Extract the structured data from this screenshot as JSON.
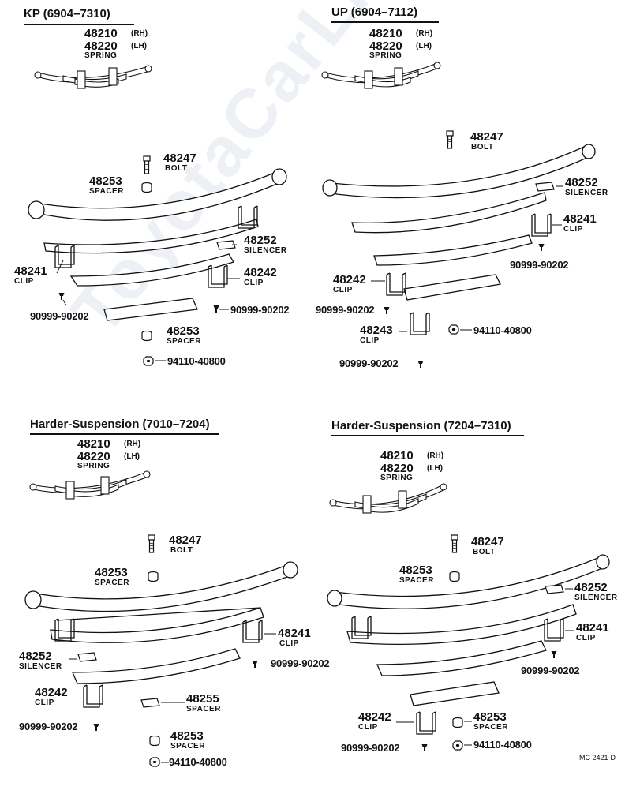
{
  "watermark": "ToyotaCarLine.ru",
  "reference": "MC 2421-D",
  "sections": [
    {
      "title": "KP (6904–7310)",
      "spring": {
        "rh": "48210",
        "rh_side": "(RH)",
        "lh": "48220",
        "lh_side": "(LH)",
        "name": "SPRING"
      },
      "parts": [
        {
          "number": "48247",
          "name": "BOLT"
        },
        {
          "number": "48253",
          "name": "SPACER"
        },
        {
          "number": "48252",
          "name": "SILENCER"
        },
        {
          "number": "48241",
          "name": "CLIP"
        },
        {
          "number": "48242",
          "name": "CLIP"
        },
        {
          "number": "90999-90202",
          "name": ""
        },
        {
          "number": "90999-90202",
          "name": ""
        },
        {
          "number": "48253",
          "name": "SPACER"
        },
        {
          "number": "94110-40800",
          "name": ""
        }
      ]
    },
    {
      "title": "UP (6904–7112)",
      "spring": {
        "rh": "48210",
        "rh_side": "(RH)",
        "lh": "48220",
        "lh_side": "(LH)",
        "name": "SPRING"
      },
      "parts": [
        {
          "number": "48247",
          "name": "BOLT"
        },
        {
          "number": "48252",
          "name": "SILENCER"
        },
        {
          "number": "48241",
          "name": "CLIP"
        },
        {
          "number": "90999-90202",
          "name": ""
        },
        {
          "number": "48242",
          "name": "CLIP"
        },
        {
          "number": "90999-90202",
          "name": ""
        },
        {
          "number": "48243",
          "name": "CLIP"
        },
        {
          "number": "94110-40800",
          "name": ""
        },
        {
          "number": "90999-90202",
          "name": ""
        }
      ]
    },
    {
      "title": "Harder-Suspension (7010–7204)",
      "spring": {
        "rh": "48210",
        "rh_side": "(RH)",
        "lh": "48220",
        "lh_side": "(LH)",
        "name": "SPRING"
      },
      "parts": [
        {
          "number": "48247",
          "name": "BOLT"
        },
        {
          "number": "48253",
          "name": "SPACER"
        },
        {
          "number": "48241",
          "name": "CLIP"
        },
        {
          "number": "48252",
          "name": "SILENCER"
        },
        {
          "number": "90999-90202",
          "name": ""
        },
        {
          "number": "48242",
          "name": "CLIP"
        },
        {
          "number": "48255",
          "name": "SPACER"
        },
        {
          "number": "90999-90202",
          "name": ""
        },
        {
          "number": "48253",
          "name": "SPACER"
        },
        {
          "number": "94110-40800",
          "name": ""
        }
      ]
    },
    {
      "title": "Harder-Suspension (7204–7310)",
      "spring": {
        "rh": "48210",
        "rh_side": "(RH)",
        "lh": "48220",
        "lh_side": "(LH)",
        "name": "SPRING"
      },
      "parts": [
        {
          "number": "48247",
          "name": "BOLT"
        },
        {
          "number": "48253",
          "name": "SPACER"
        },
        {
          "number": "48252",
          "name": "SILENCER"
        },
        {
          "number": "48241",
          "name": "CLIP"
        },
        {
          "number": "90999-90202",
          "name": ""
        },
        {
          "number": "48242",
          "name": "CLIP"
        },
        {
          "number": "48253",
          "name": "SPACER"
        },
        {
          "number": "90999-90202",
          "name": ""
        },
        {
          "number": "94110-40800",
          "name": ""
        }
      ]
    }
  ]
}
